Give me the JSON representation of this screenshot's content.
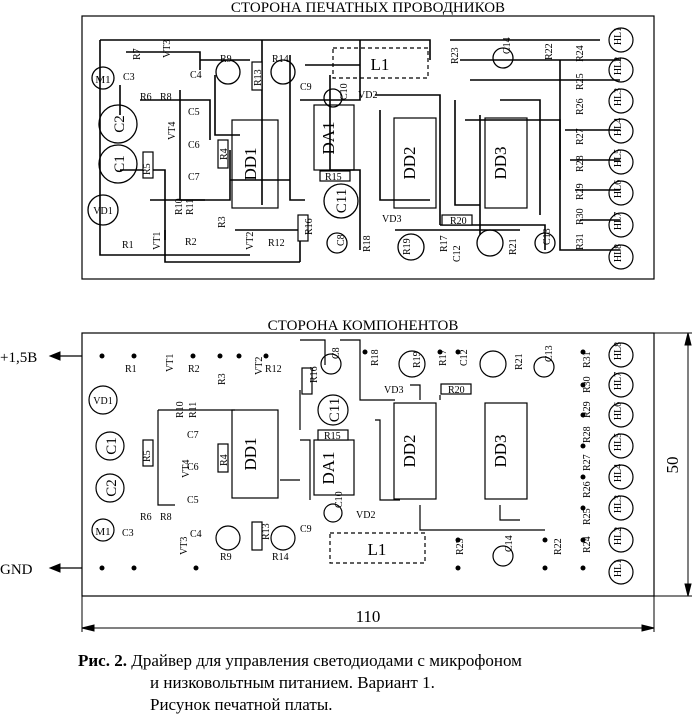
{
  "top_board": {
    "title": "СТОРОНА ПЕЧАТНЫХ ПРОВОДНИКОВ"
  },
  "bottom_board": {
    "title": "СТОРОНА КОМПОНЕНТОВ"
  },
  "power": {
    "plus_label": "+1,5В",
    "gnd_label": "GND"
  },
  "dimensions": {
    "width_label": "110",
    "height_label": "50"
  },
  "caption": {
    "label": "Рис. 2.",
    "line1": "Драйвер для управления светодиодами с микрофоном",
    "line2": "и низковольтным питанием. Вариант 1.",
    "line3": "Рисунок печатной платы."
  },
  "labels": {
    "DD1": "DD1",
    "DD2": "DD2",
    "DD3": "DD3",
    "DA1": "DA1",
    "L1": "L1",
    "C1": "C1",
    "C2": "C2",
    "C3": "C3",
    "C4": "C4",
    "C5": "C5",
    "C6": "C6",
    "C7": "C7",
    "C8": "C8",
    "C9": "C9",
    "C10": "C10",
    "C11": "C11",
    "C12": "C12",
    "C13": "C13",
    "C14": "C14",
    "R1": "R1",
    "R2": "R2",
    "R3": "R3",
    "R4": "R4",
    "R5": "R5",
    "R6": "R6",
    "R7": "R7",
    "R8": "R8",
    "R9": "R9",
    "R10": "R10",
    "R11": "R11",
    "R12": "R12",
    "R13": "R13",
    "R14": "R14",
    "R15": "R15",
    "R16": "R16",
    "R17": "R17",
    "R18": "R18",
    "R19": "R19",
    "R20": "R20",
    "R21": "R21",
    "R22": "R22",
    "R23": "R23",
    "R24": "R24",
    "R25": "R25",
    "R26": "R26",
    "R27": "R27",
    "R28": "R28",
    "R29": "R29",
    "R30": "R30",
    "R31": "R31",
    "VT1": "VT1",
    "VT2": "VT2",
    "VT3": "VT3",
    "VT4": "VT4",
    "VD1": "VD1",
    "VD2": "VD2",
    "VD3": "VD3",
    "M1": "M1",
    "HL1": "HL1",
    "HL2": "HL2",
    "HL3": "HL3",
    "HL4": "HL4",
    "HL5": "HL5",
    "HL6": "HL6",
    "HL7": "HL7",
    "HL8": "HL8"
  }
}
